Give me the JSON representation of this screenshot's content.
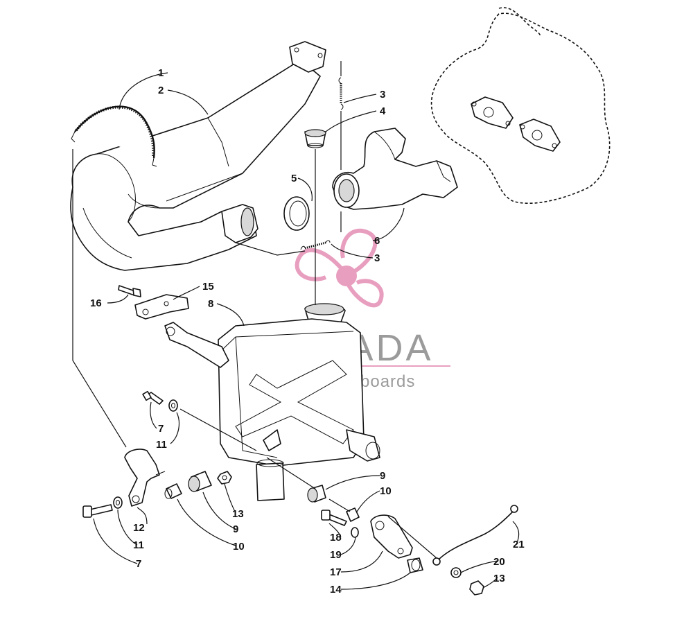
{
  "callouts": [
    {
      "id": "c1",
      "label": "1"
    },
    {
      "id": "c2",
      "label": "2"
    },
    {
      "id": "c3a",
      "label": "3"
    },
    {
      "id": "c4",
      "label": "4"
    },
    {
      "id": "c5",
      "label": "5"
    },
    {
      "id": "c6",
      "label": "6"
    },
    {
      "id": "c3b",
      "label": "3"
    },
    {
      "id": "c15",
      "label": "15"
    },
    {
      "id": "c16",
      "label": "16"
    },
    {
      "id": "c8",
      "label": "8"
    },
    {
      "id": "c7a",
      "label": "7"
    },
    {
      "id": "c11a",
      "label": "11"
    },
    {
      "id": "c9a",
      "label": "9"
    },
    {
      "id": "c10a",
      "label": "10"
    },
    {
      "id": "c12",
      "label": "12"
    },
    {
      "id": "c13a",
      "label": "13"
    },
    {
      "id": "c9b",
      "label": "9"
    },
    {
      "id": "c11b",
      "label": "11"
    },
    {
      "id": "c10b",
      "label": "10"
    },
    {
      "id": "c7b",
      "label": "7"
    },
    {
      "id": "c18",
      "label": "18"
    },
    {
      "id": "c19",
      "label": "19"
    },
    {
      "id": "c17",
      "label": "17"
    },
    {
      "id": "c14",
      "label": "14"
    },
    {
      "id": "c21",
      "label": "21"
    },
    {
      "id": "c20",
      "label": "20"
    },
    {
      "id": "c13b",
      "label": "13"
    }
  ],
  "watermark": {
    "brand": "ARMADA",
    "tagline": "marine outboards",
    "accent_color": "#e58fb4",
    "text_color": "#8a8a8a"
  }
}
